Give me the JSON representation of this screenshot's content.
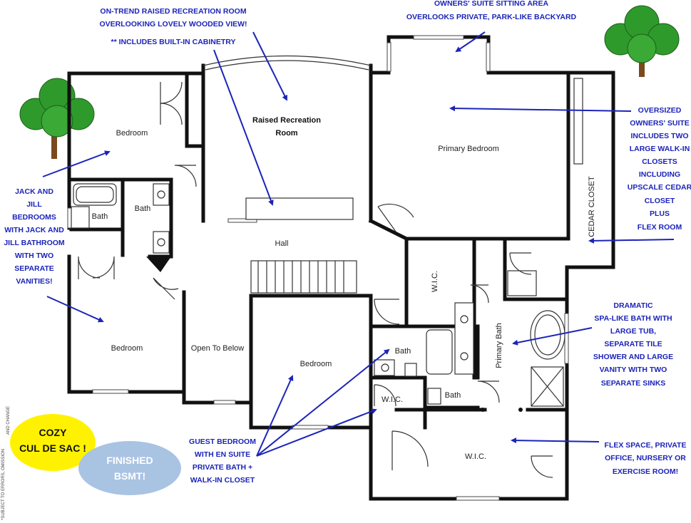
{
  "rooms": {
    "bedroom_nw": "Bedroom",
    "recreation_line1": "Raised Recreation",
    "recreation_line2": "Room",
    "primary_bedroom": "Primary Bedroom",
    "cedar_closet": "CEDAR CLOSET",
    "bath_jack_jill_left": "Bath",
    "bath_jack_jill_right": "Bath",
    "hall": "Hall",
    "wic_primary": "W.I.C.",
    "primary_bath": "Primary Bath",
    "bedroom_sw": "Bedroom",
    "open_to_below": "Open To Below",
    "bedroom_guest": "Bedroom",
    "guest_bath": "Bath",
    "guest_wic": "W.I.C.",
    "small_bath": "Bath",
    "wic_south": "W.I.C."
  },
  "notes": {
    "recreation": [
      "ON-TREND RAISED RECREATION ROOM",
      "OVERLOOKING LOVELY WOODED VIEW!"
    ],
    "cabinetry": "** INCLUDES BUILT-IN CABINETRY",
    "sitting_area": [
      "OWNERS' SUITE SITTING AREA",
      "OVERLOOKS PRIVATE, PARK-LIKE BACKYARD"
    ],
    "owners_suite": [
      "OVERSIZED",
      "OWNERS' SUITE",
      "INCLUDES TWO",
      "LARGE WALK-IN",
      "CLOSETS",
      "INCLUDING",
      "UPSCALE CEDAR",
      "CLOSET",
      "PLUS",
      "FLEX ROOM"
    ],
    "jack_jill": [
      "JACK AND",
      "JILL",
      "BEDROOMS",
      "WITH JACK AND",
      "JILL BATHROOM",
      "WITH TWO",
      "SEPARATE",
      "VANITIES!"
    ],
    "spa_bath": [
      "DRAMATIC",
      "SPA-LIKE BATH WITH",
      "LARGE TUB,",
      "SEPARATE TILE",
      "SHOWER AND LARGE",
      "VANITY WITH TWO",
      "SEPARATE SINKS"
    ],
    "guest_bedroom": [
      "GUEST BEDROOM",
      "WITH EN SUITE",
      "PRIVATE BATH +",
      "WALK-IN CLOSET"
    ],
    "flex_space": [
      "FLEX SPACE, PRIVATE",
      "OFFICE, NURSERY OR",
      "EXERCISE ROOM!"
    ]
  },
  "badges": {
    "cul_de_sac": [
      "COZY",
      "CUL DE SAC !"
    ],
    "basement": [
      "FINISHED",
      "BSMT!"
    ]
  },
  "disclaimer": [
    "*SUBJECT TO ERRORS, OMISSION",
    "AND CHANGE"
  ],
  "colors": {
    "note_blue": "#1c24b8",
    "badge_yellow": "#fff200",
    "badge_blue": "#a9c3e3",
    "wall": "#111111",
    "tree_green": "#2f9a2c",
    "tree_trunk": "#7a4a1e"
  }
}
